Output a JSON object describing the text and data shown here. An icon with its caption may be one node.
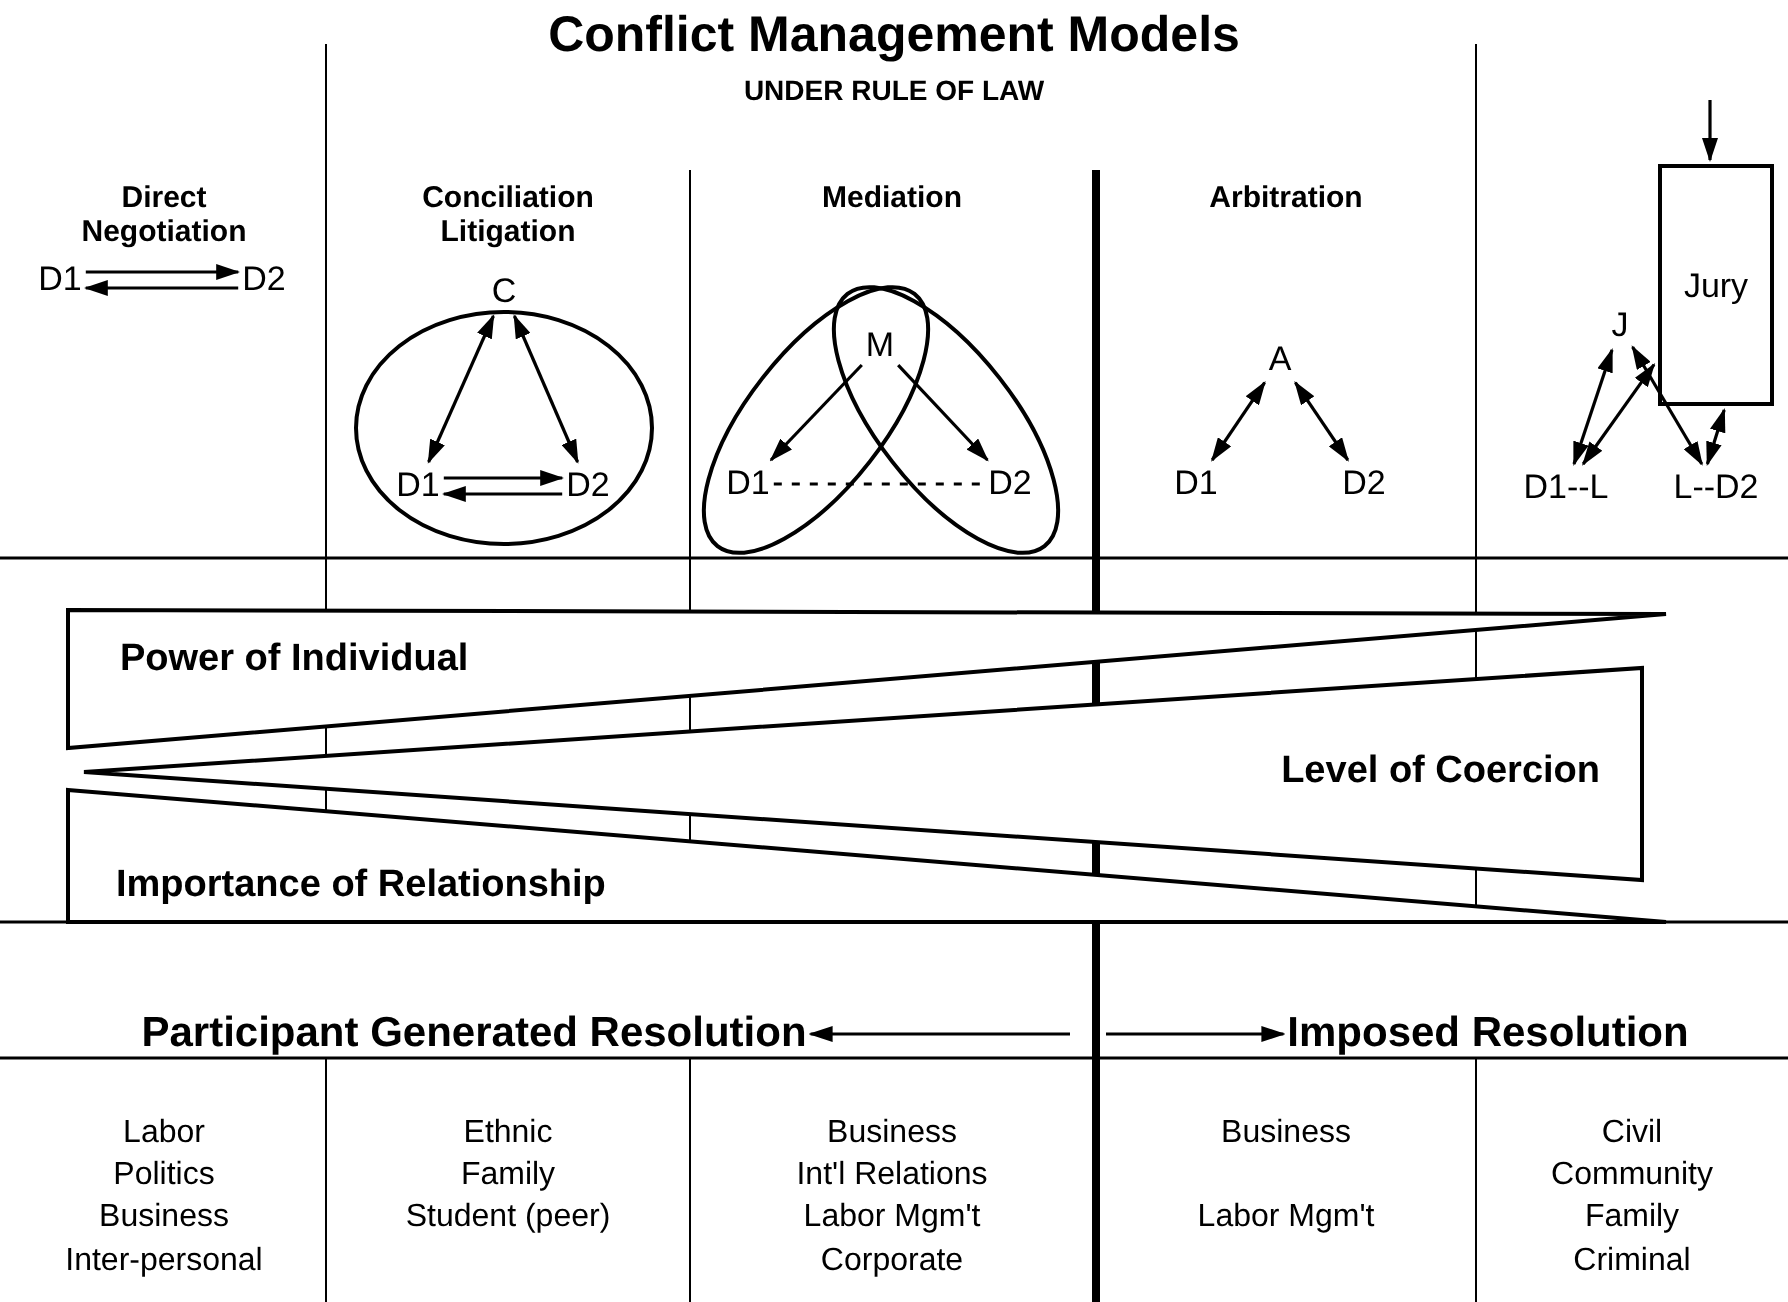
{
  "diagram": {
    "title": "Conflict Management Models",
    "nodes": [
      {
        "text": [
          "D1"
        ]
      },
      {
        "text": [
          "D2"
        ]
      },
      {
        "text": [
          "C"
        ]
      },
      {
        "text": [
          "D1"
        ]
      },
      {
        "text": [
          "D2"
        ]
      },
      {
        "text": [
          "M"
        ]
      },
      {
        "text": [
          "D1"
        ]
      },
      {
        "text": [
          "D2"
        ]
      },
      {
        "text": [
          "A"
        ]
      },
      {
        "text": [
          "D1"
        ]
      },
      {
        "text": [
          "D2"
        ]
      },
      {
        "text": [
          "Jury"
        ]
      },
      {
        "text": [
          "J"
        ]
      },
      {
        "text": [
          "D1--L"
        ]
      },
      {
        "text": [
          "L--D2"
        ]
      },
      {
        "text": [
          "Power of Individual"
        ]
      },
      {
        "text": [
          "Level of Coercion"
        ]
      },
      {
        "text": [
          "Importance of Relationship"
        ]
      },
      {
        "text": [
          "Participant Generated Resolution"
        ]
      },
      {
        "text": [
          "Imposed Resolution"
        ]
      }
    ],
    "edges": [
      {
        "from": 0,
        "to": 1,
        "arrow": "to"
      },
      {
        "from": 1,
        "to": 0,
        "arrow": "to"
      },
      {
        "from": 2,
        "to": 3,
        "arrow": "both"
      },
      {
        "from": 2,
        "to": 4,
        "arrow": "both"
      },
      {
        "from": 3,
        "to": 4,
        "arrow": "to"
      },
      {
        "from": 4,
        "to": 3,
        "arrow": "to"
      },
      {
        "from": 5,
        "to": 6,
        "arrow": "to"
      },
      {
        "from": 5,
        "to": 7,
        "arrow": "to"
      },
      {
        "from": 6,
        "to": 7,
        "arrow": "none",
        "style": "dashed"
      },
      {
        "from": 8,
        "to": 9,
        "arrow": "both"
      },
      {
        "from": 8,
        "to": 10,
        "arrow": "both"
      },
      {
        "from": null,
        "to": 11,
        "arrow": "to"
      },
      {
        "from": 12,
        "to": 13,
        "arrow": "both"
      },
      {
        "from": 12,
        "to": 14,
        "arrow": "both"
      },
      {
        "from": 11,
        "to": 13,
        "arrow": "both"
      },
      {
        "from": 11,
        "to": 14,
        "arrow": "both"
      },
      {
        "from": null,
        "to": 18,
        "arrow": "to"
      },
      {
        "from": null,
        "to": 19,
        "arrow": "to"
      }
    ],
    "labels": [
      "UNDER RULE OF LAW",
      "Direct Negotiation",
      "Conciliation Litigation",
      "Mediation",
      "Arbitration",
      "Labor",
      "Politics",
      "Business",
      "Inter-personal",
      "Ethnic",
      "Family",
      "Student (peer)",
      "Business",
      "Int'l Relations",
      "Labor Mgm't",
      "Corporate",
      "Business",
      "Labor Mgm't",
      "Civil",
      "Community",
      "Family",
      "Criminal"
    ]
  }
}
